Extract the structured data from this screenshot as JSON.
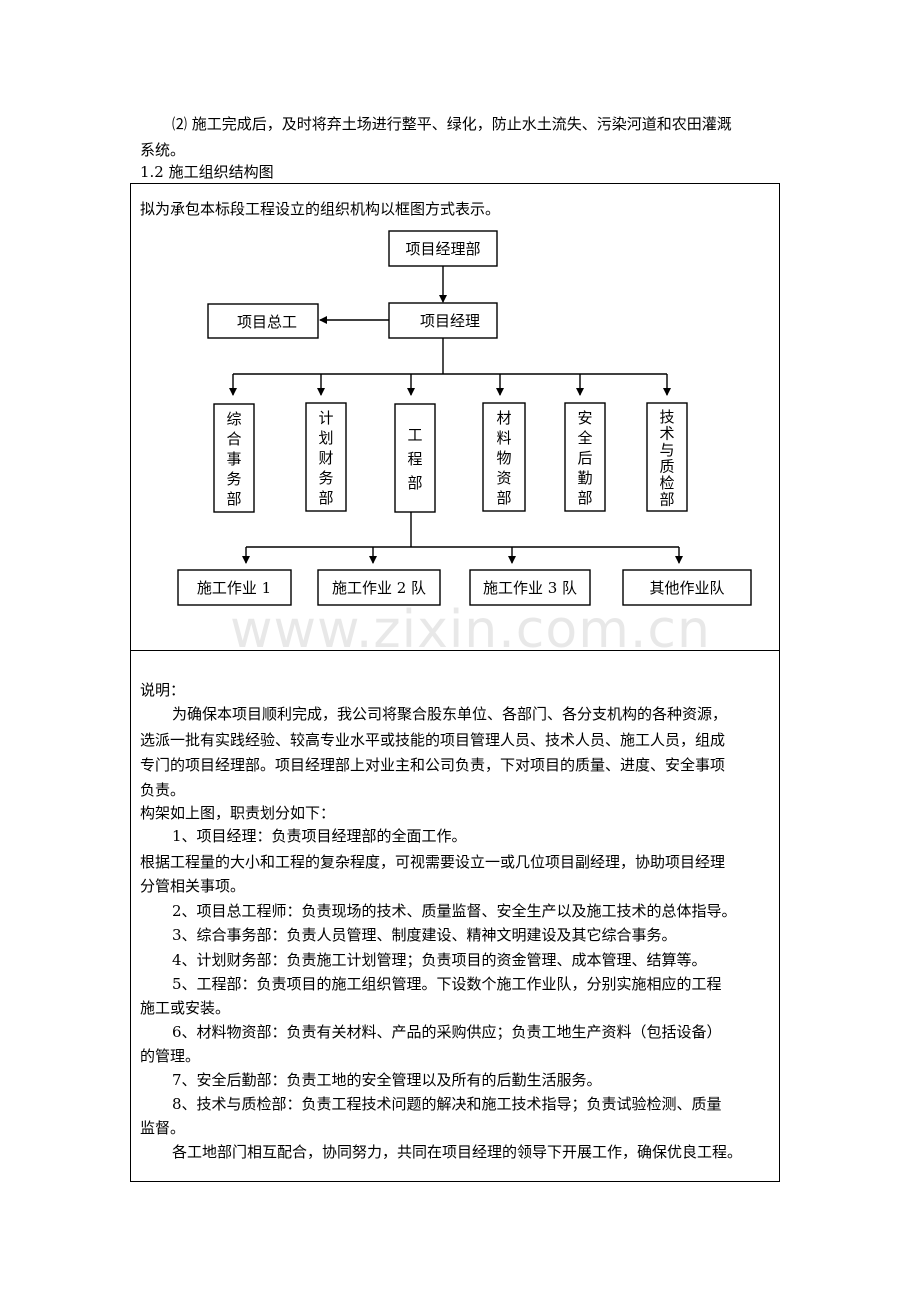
{
  "intro": {
    "line1": "⑵ 施工完成后，及时将弃土场进行整平、绿化，防止水土流失、污染河道和农田灌溉",
    "line2": "系统。"
  },
  "section_title": "1.2 施工组织结构图",
  "chart_intro": "拟为承包本标段工程设立的组织机构以框图方式表示。",
  "org": {
    "top": "项目经理部",
    "manager": "项目经理",
    "chief_engineer": "项目总工",
    "departments": [
      {
        "label": "综合事务部",
        "chars": [
          "综",
          "合",
          "事",
          "务",
          "部"
        ]
      },
      {
        "label": "计划财务部",
        "chars": [
          "计",
          "划",
          "财",
          "务",
          "部"
        ]
      },
      {
        "label": "工程部",
        "chars": [
          "工",
          "程",
          "部"
        ]
      },
      {
        "label": "材料物资部",
        "chars": [
          "材",
          "料",
          "物",
          "资",
          "部"
        ]
      },
      {
        "label": "安全后勤部",
        "chars": [
          "安",
          "全",
          "后",
          "勤",
          "部"
        ]
      },
      {
        "label": "技术与质检部",
        "chars": [
          "技",
          "术",
          "与",
          "质",
          "检",
          "部"
        ]
      }
    ],
    "teams": [
      "施工作业 1",
      "施工作业 2 队",
      "施工作业 3 队",
      "其他作业队"
    ]
  },
  "watermark": "www.zixin.com.cn",
  "description": {
    "heading": "说明：",
    "lines": [
      "为确保本项目顺利完成，我公司将聚合股东单位、各部门、各分支机构的各种资源，",
      "选派一批有实践经验、较高专业水平或技能的项目管理人员、技术人员、施工人员，组成",
      "专门的项目经理部。项目经理部上对业主和公司负责，下对项目的质量、进度、安全事项",
      "负责。",
      "构架如上图，职责划分如下：",
      "1、项目经理：负责项目经理部的全面工作。",
      "根据工程量的大小和工程的复杂程度，可视需要设立一或几位项目副经理，协助项目经理",
      "分管相关事项。",
      "2、项目总工程师：负责现场的技术、质量监督、安全生产以及施工技术的总体指导。",
      "3、综合事务部：负责人员管理、制度建设、精神文明建设及其它综合事务。",
      "4、计划财务部：负责施工计划管理；负责项目的资金管理、成本管理、结算等。",
      "5、工程部：负责项目的施工组织管理。下设数个施工作业队，分别实施相应的工程",
      "施工或安装。",
      "6、材料物资部：负责有关材料、产品的采购供应；负责工地生产资料（包括设备）",
      "的管理。",
      "7、安全后勤部：负责工地的安全管理以及所有的后勤生活服务。",
      "8、技术与质检部：负责工程技术问题的解决和施工技术指导；负责试验检测、质量",
      "监督。",
      "各工地部门相互配合，协同努力，共同在项目经理的领导下开展工作，确保优良工程。"
    ]
  }
}
